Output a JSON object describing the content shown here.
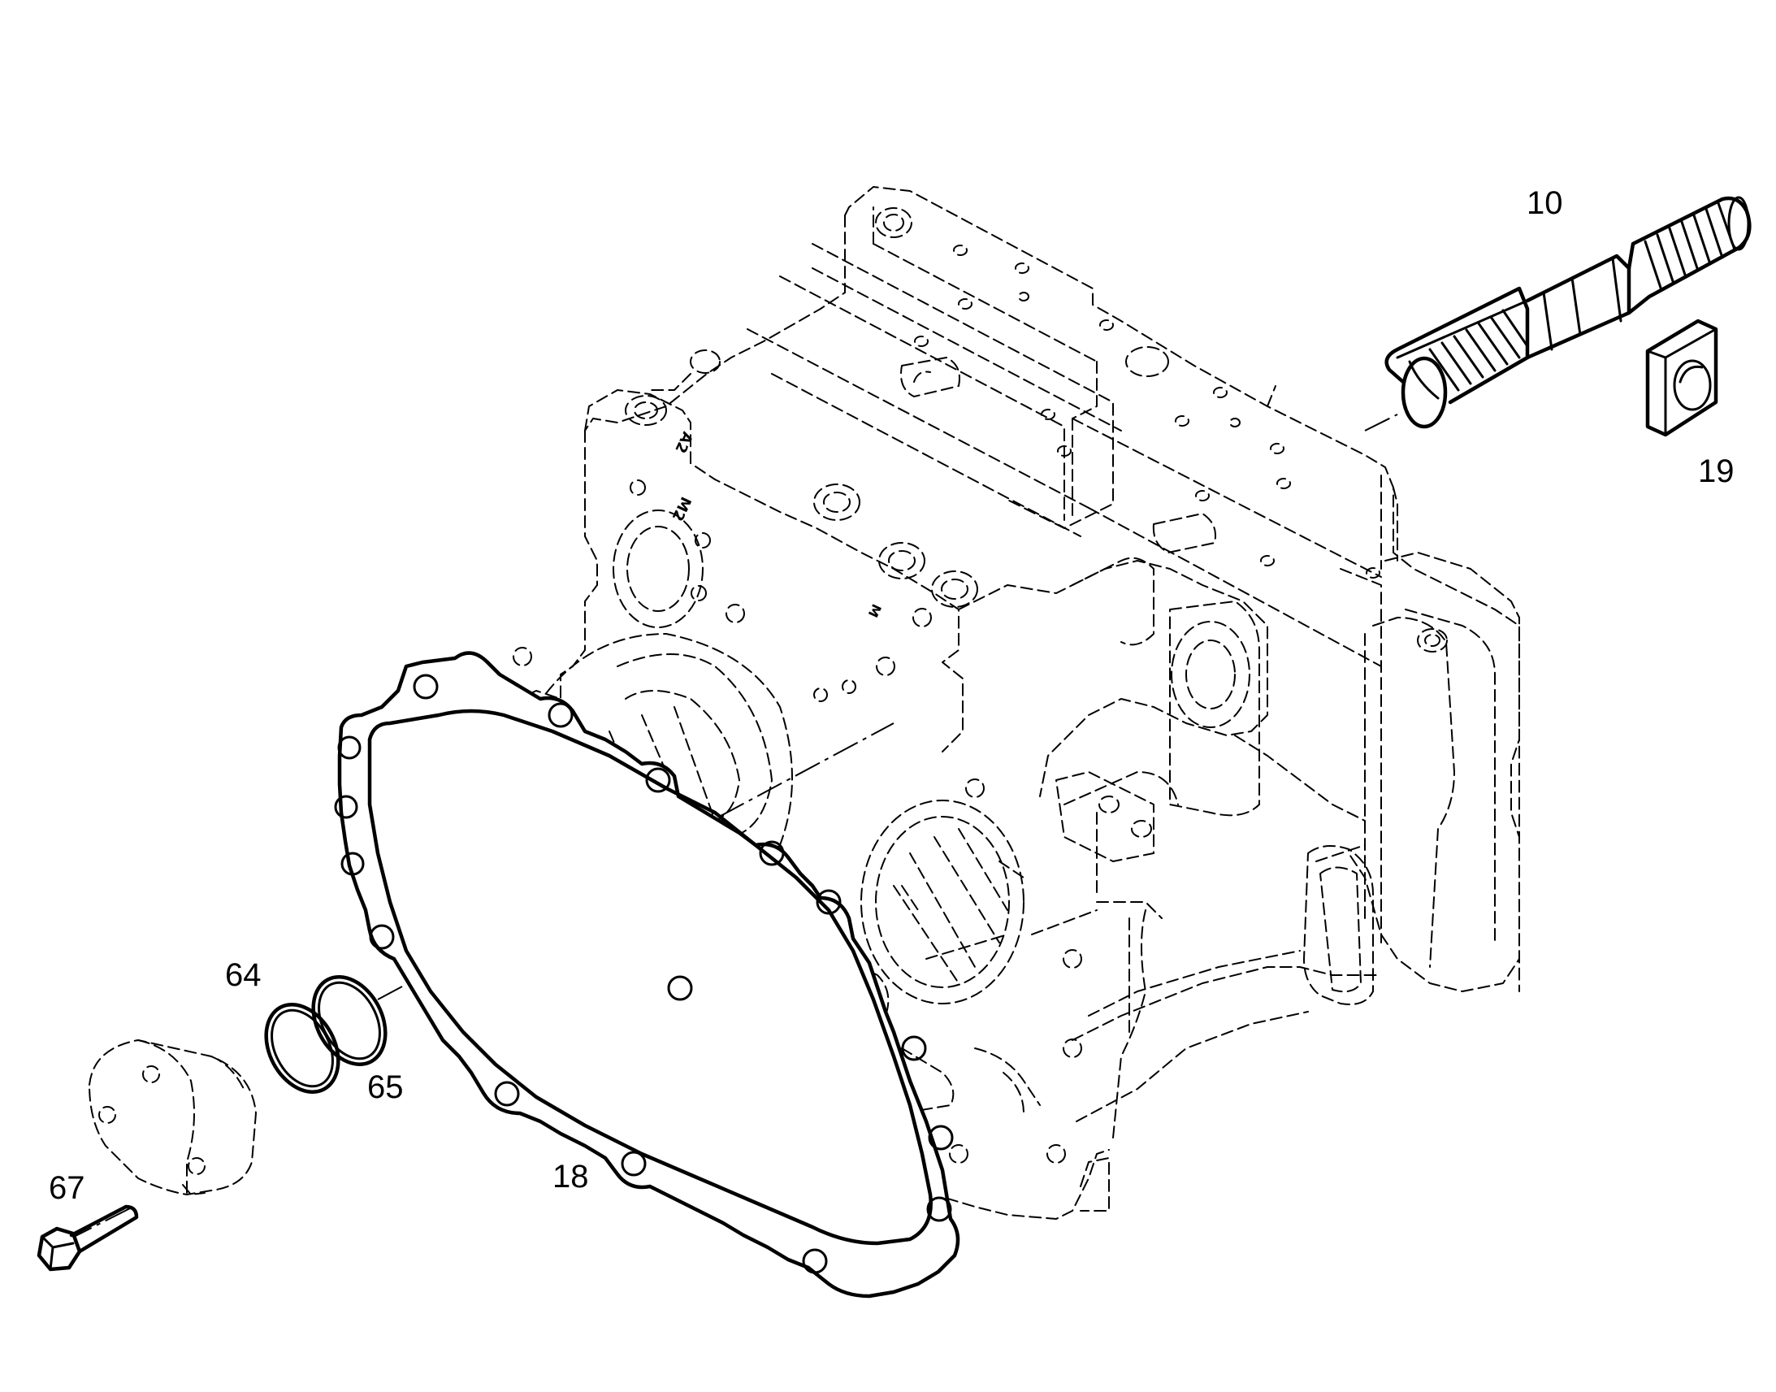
{
  "diagram": {
    "background": "#ffffff",
    "line_color": "#000000",
    "callouts": [
      {
        "id": "10",
        "label": "10",
        "part": "threaded-shaft"
      },
      {
        "id": "19",
        "label": "19",
        "part": "square-washer"
      },
      {
        "id": "64",
        "label": "64",
        "part": "o-ring-outer"
      },
      {
        "id": "65",
        "label": "65",
        "part": "o-ring-inner"
      },
      {
        "id": "18",
        "label": "18",
        "part": "gasket"
      },
      {
        "id": "67",
        "label": "67",
        "part": "hex-bolt"
      }
    ]
  }
}
